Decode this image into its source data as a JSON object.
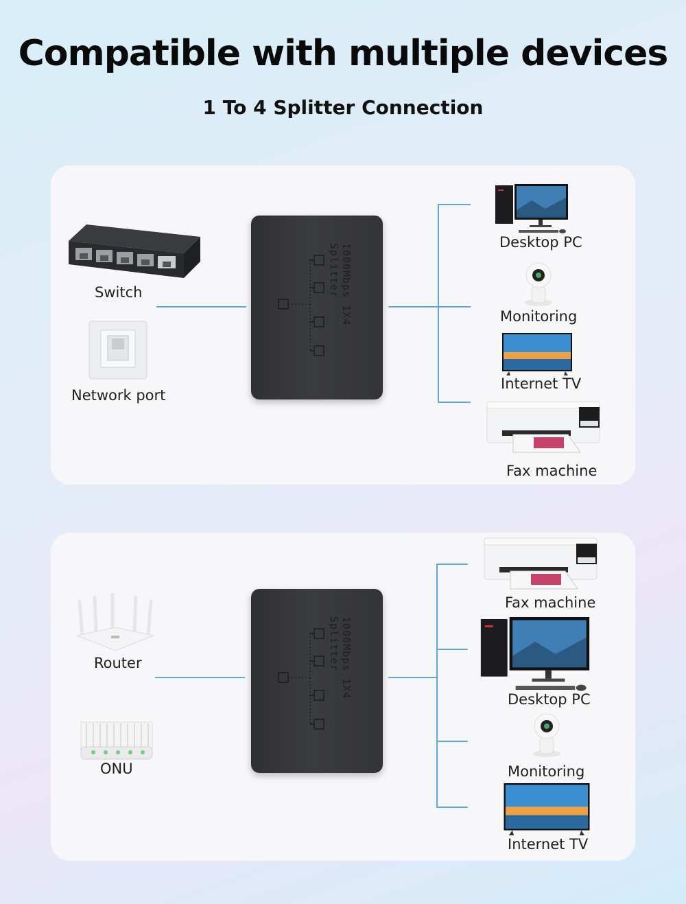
{
  "header": {
    "title": "Compatible with multiple devices",
    "subtitle": "1 To 4 Splitter Connection"
  },
  "splitter_text": "1000Mbps 1X4 Splitter",
  "panel1": {
    "sources": [
      "Switch",
      "Network port"
    ],
    "outputs": [
      "Desktop PC",
      "Monitoring",
      "Internet TV",
      "Fax machine"
    ]
  },
  "panel2": {
    "sources": [
      "Router",
      "ONU"
    ],
    "outputs": [
      "Fax machine",
      "Desktop PC",
      "Monitoring",
      "Internet TV"
    ]
  },
  "colors": {
    "line": "#5fa8d6",
    "splitter": "#333436"
  },
  "icons": [
    "switch-icon",
    "network-port-icon",
    "router-icon",
    "onu-icon",
    "desktop-pc-icon",
    "camera-icon",
    "tv-icon",
    "printer-icon"
  ]
}
